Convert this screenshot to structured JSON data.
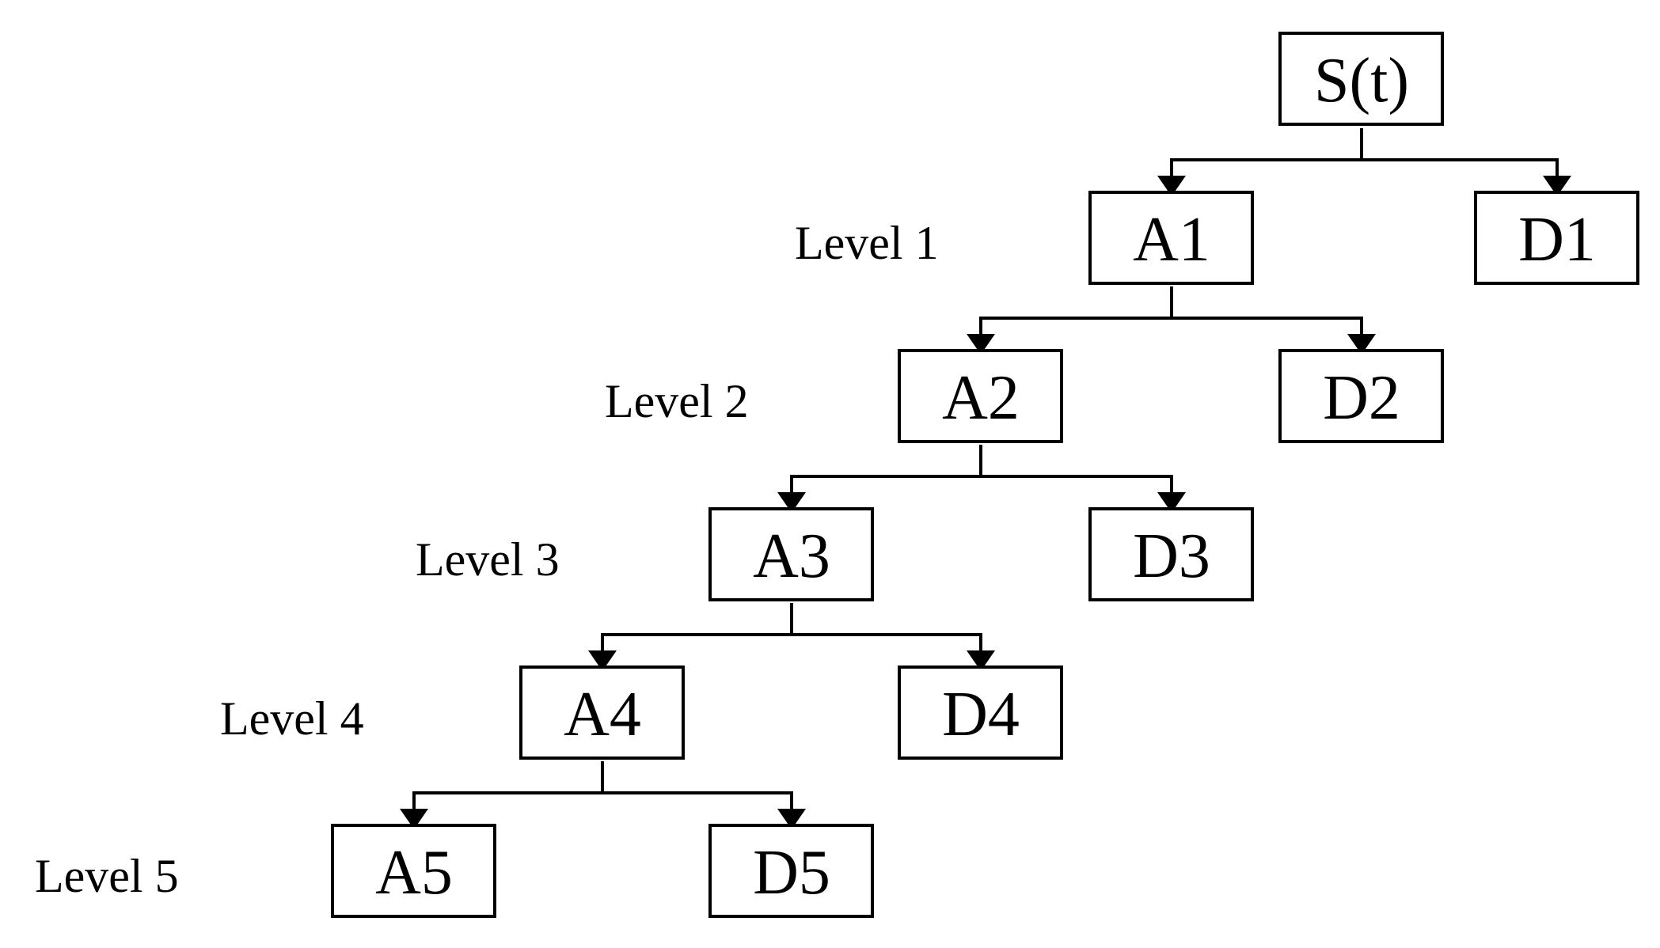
{
  "root": {
    "label": "S(t)"
  },
  "levels": [
    {
      "label": "Level 1",
      "approx": "A1",
      "detail": "D1"
    },
    {
      "label": "Level 2",
      "approx": "A2",
      "detail": "D2"
    },
    {
      "label": "Level 3",
      "approx": "A3",
      "detail": "D3"
    },
    {
      "label": "Level 4",
      "approx": "A4",
      "detail": "D4"
    },
    {
      "label": "Level 5",
      "approx": "A5",
      "detail": "D5"
    }
  ],
  "colors": {
    "line": "#000000",
    "background": "#ffffff"
  }
}
